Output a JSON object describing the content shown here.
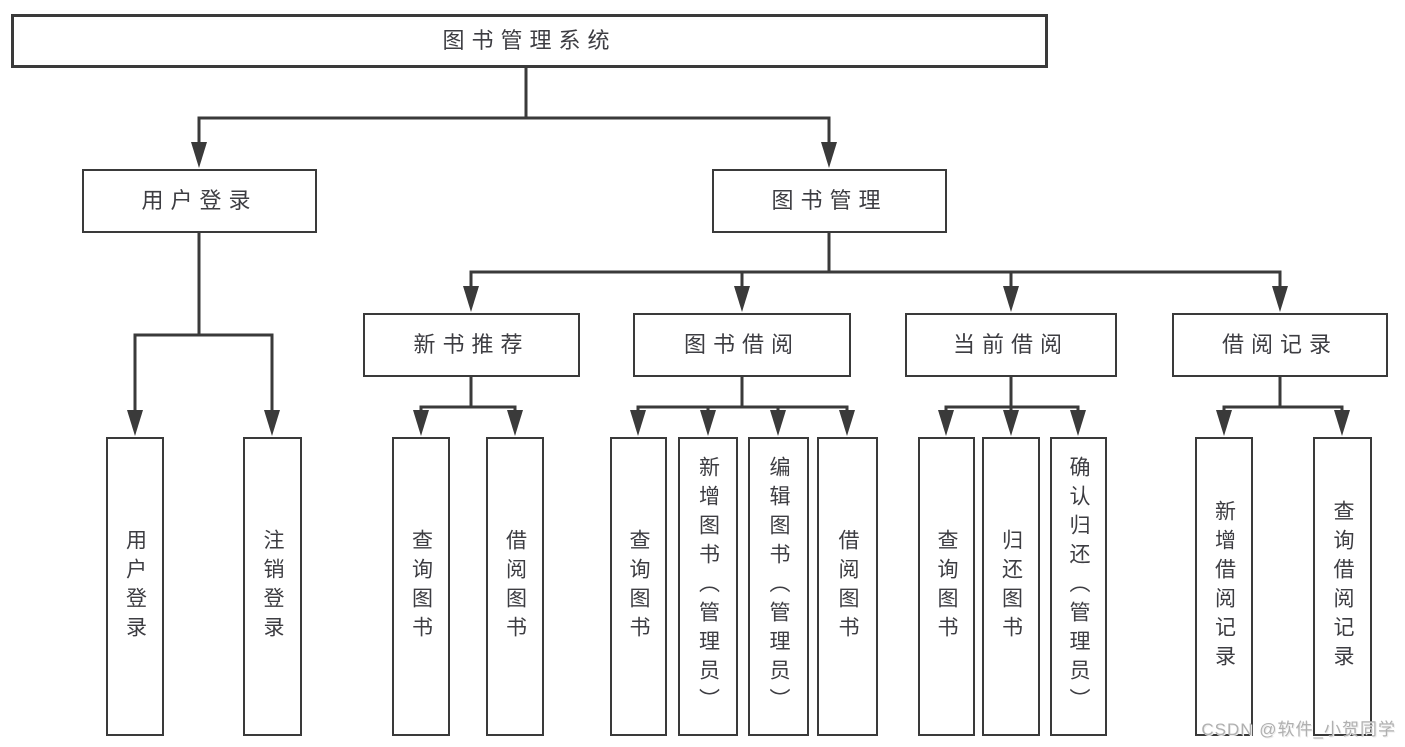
{
  "tree": {
    "root": "图书管理系统",
    "children": [
      {
        "label": "用户登录",
        "children": [
          "用户登录",
          "注销登录"
        ]
      },
      {
        "label": "图书管理",
        "children": [
          {
            "label": "新书推荐",
            "children": [
              "查询图书",
              "借阅图书"
            ]
          },
          {
            "label": "图书借阅",
            "children": [
              "查询图书",
              "新增图书（管理员）",
              "编辑图书（管理员）",
              "借阅图书"
            ]
          },
          {
            "label": "当前借阅",
            "children": [
              "查询图书",
              "归还图书",
              "确认归还（管理员）"
            ]
          },
          {
            "label": "借阅记录",
            "children": [
              "新增借阅记录",
              "查询借阅记录"
            ]
          }
        ]
      }
    ]
  },
  "watermark": "CSDN @软件_小贺同学",
  "colors": {
    "line": "#3a3a3a",
    "box_border": "#3a3a3a",
    "text": "#3d3d42",
    "watermark": "#b0b0b0",
    "background": "#ffffff"
  }
}
